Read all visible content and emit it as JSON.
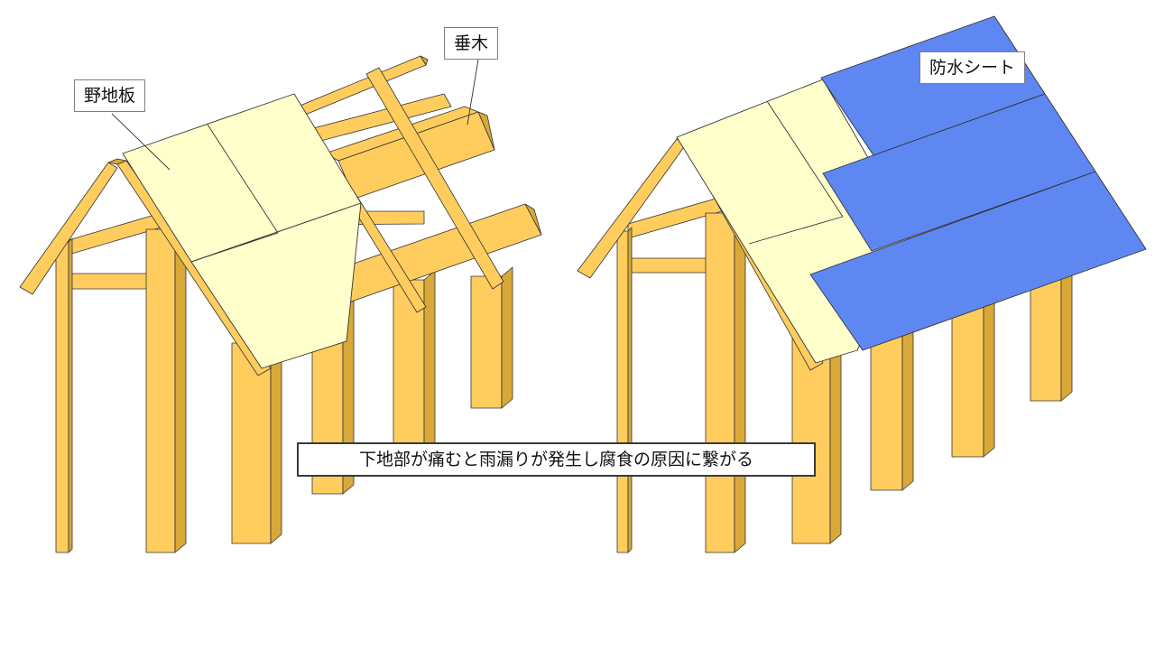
{
  "labels": {
    "sheathing": "野地板",
    "rafter": "垂木",
    "waterproof_sheet": "防水シート"
  },
  "caption": "下地部が痛むと雨漏りが発生し腐食の原因に繋がる",
  "colors": {
    "wood": "#ffcd5e",
    "wood_shade": "#d8a838",
    "wood_dark": "#b88a26",
    "sheathing": "#ffffcc",
    "waterproof_sheet": "#5f87f2",
    "outline": "#333333"
  }
}
